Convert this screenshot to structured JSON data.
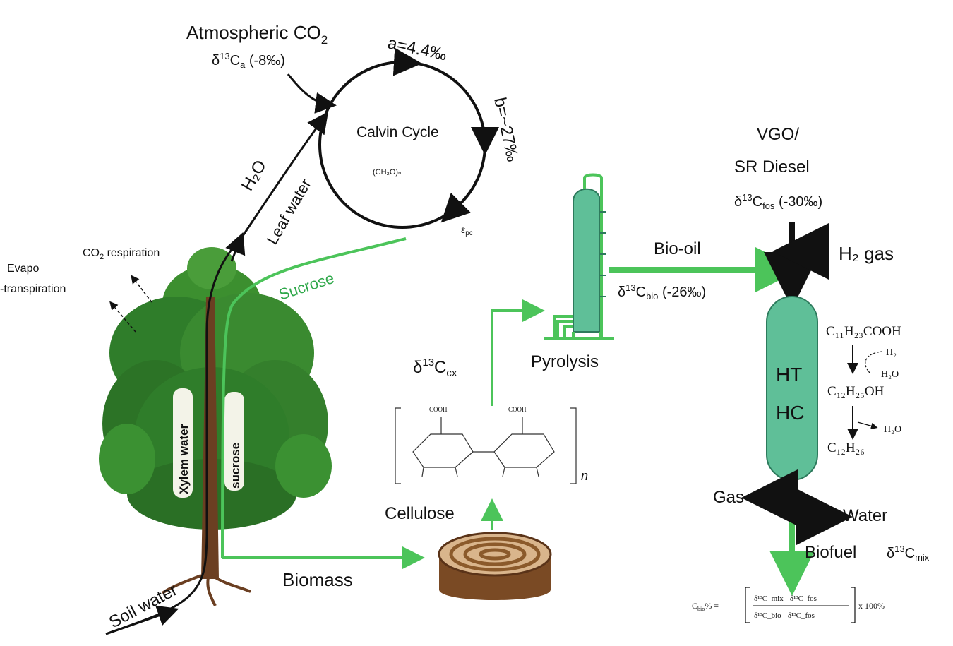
{
  "colors": {
    "green_arrow": "#4cc45a",
    "black_arrow": "#111111",
    "reactor_teal": "#5fbf98",
    "tree_leaf": "#2f7d2a",
    "trunk": "#6b3f22",
    "stump_top": "#d9b58c",
    "stump_side": "#7a4a24"
  },
  "atmosphere": {
    "title": "Atmospheric CO",
    "title_sub": "2",
    "delta_prefix": "δ",
    "delta_sup": "13",
    "delta_C": "C",
    "delta_sub": "a",
    "delta_value": " (-8‰)"
  },
  "calvin": {
    "title": "Calvin Cycle",
    "product": "(CH₂O)ₙ",
    "a_label": "a=4.4‰",
    "b_label": "b=~27‰",
    "epc": "ε",
    "epc_sub": "pc"
  },
  "tree": {
    "h2o": "H₂O",
    "leaf_water": "Leaf water",
    "sucrose_arc": "Sucrose",
    "co2_resp": "CO",
    "co2_resp_sub": "2",
    "co2_resp_suffix": " respiration",
    "evapo_1": "Evapo",
    "evapo_2": "-transpiration",
    "xylem": "Xylem water",
    "sucrose_trunk": "sucrose",
    "soil_water": "Soil water",
    "biomass": "Biomass"
  },
  "cellulose": {
    "label": "Cellulose",
    "n": "n",
    "delta_label_prefix": "δ",
    "delta_sup": "13",
    "delta_C": "C",
    "delta_sub": "cx",
    "cooh_1": "COOH",
    "cooh_2": "COOH"
  },
  "pyrolysis": {
    "label": "Pyrolysis",
    "bio_oil": "Bio-oil",
    "delta_prefix": "δ",
    "delta_sup": "13",
    "delta_C": "C",
    "delta_sub": "bio",
    "delta_value": " (-26‰)"
  },
  "refinery": {
    "vgo_1": "VGO/",
    "vgo_2": "SR Diesel",
    "delta_prefix": "δ",
    "delta_sup": "13",
    "delta_C": "C",
    "delta_sub": "fos",
    "delta_value": " (-30‰)",
    "h2_gas": "H₂ gas",
    "reactor_1": "HT",
    "reactor_2": "HC",
    "gas": "Gas",
    "water": "Water",
    "biofuel": "Biofuel",
    "biofuel_delta": "δ",
    "biofuel_delta_sup": "13",
    "biofuel_delta_C": "C",
    "biofuel_delta_sub": "mix"
  },
  "reaction": {
    "acid": "C₁₁H₂₃COOH",
    "h2": "H₂",
    "h2o_1": "H₂O",
    "alcohol": "C₁₂H₂₅OH",
    "h2o_2": "H₂O",
    "alkane": "C₁₂H₂₆"
  },
  "formula": {
    "lhs": "C",
    "lhs_sub": "bio",
    "lhs_suffix": "% =",
    "num": "δ¹³C_mix - δ¹³C_fos",
    "den": "δ¹³C_bio - δ¹³C_fos",
    "rhs": "x 100%"
  }
}
